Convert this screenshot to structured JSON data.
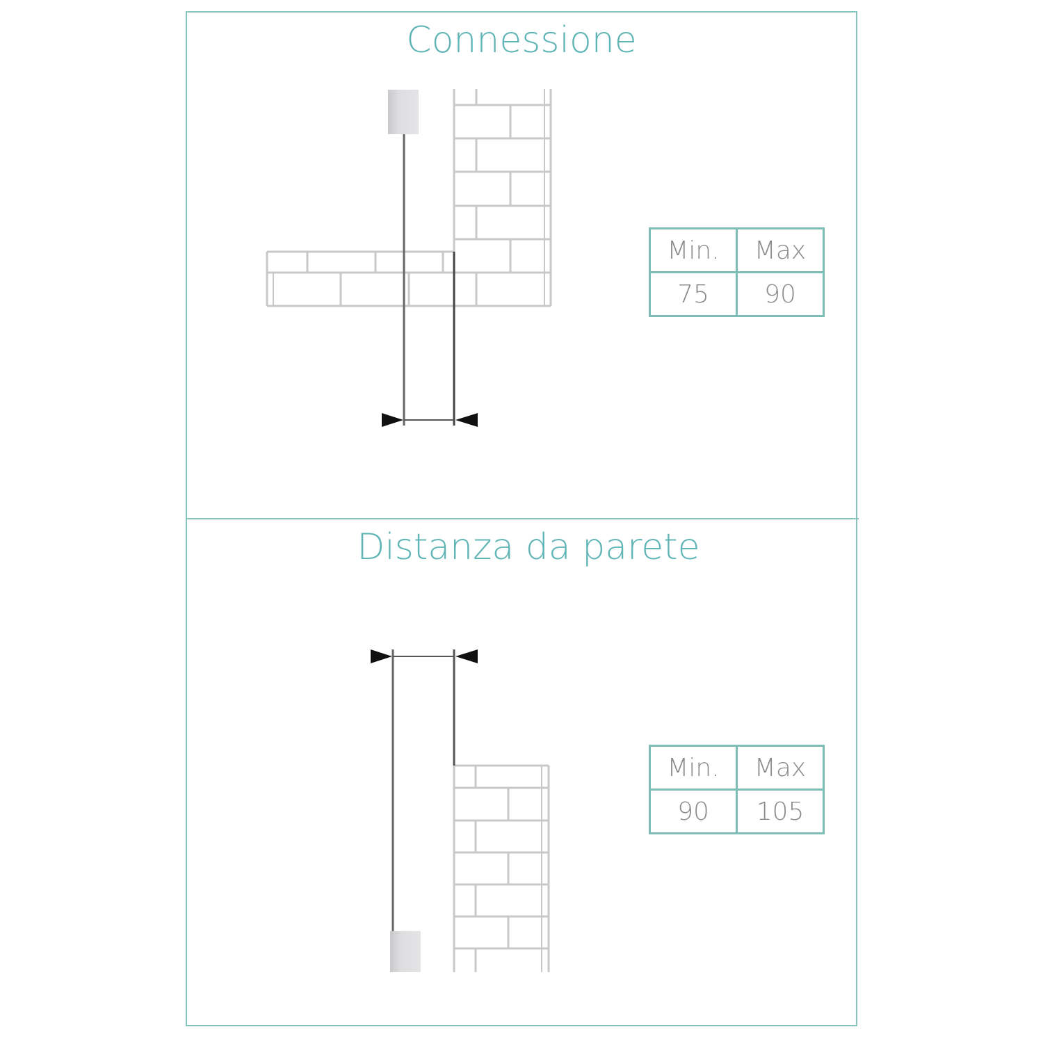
{
  "sections": [
    {
      "title": "Connessione",
      "table": {
        "headers": [
          "Min.",
          "Max"
        ],
        "values": [
          "75",
          "90"
        ]
      }
    },
    {
      "title": "Distanza da parete",
      "table": {
        "headers": [
          "Min.",
          "Max"
        ],
        "values": [
          "90",
          "105"
        ]
      }
    }
  ],
  "colors": {
    "frame": "#86c3bd",
    "title": "#5fb4b6",
    "table_border": "#7dbdb5",
    "table_text": "#8a8a8a",
    "brick_line": "#c8c8c8",
    "pipe_line": "#666666"
  }
}
